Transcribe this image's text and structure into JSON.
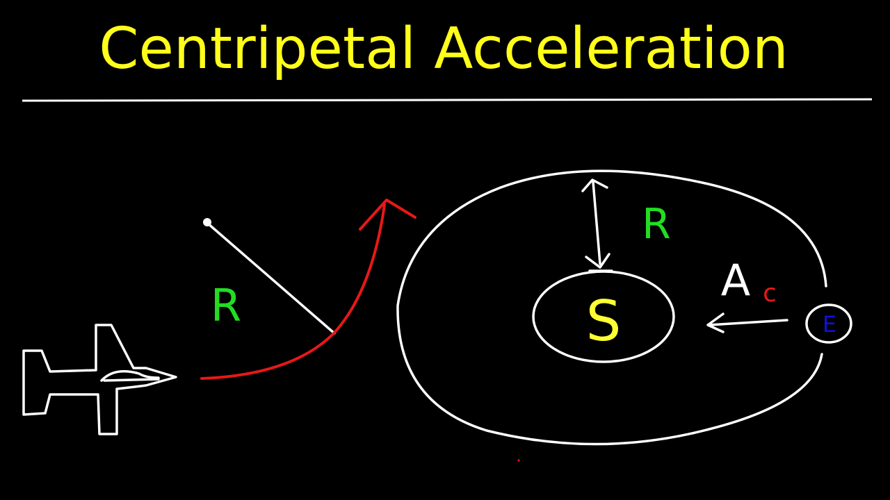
{
  "title": "Centripetal Acceleration",
  "labels": {
    "radius_plane": "R",
    "radius_orbit": "R",
    "accel_main": "A",
    "accel_sub": "c",
    "sun": "S",
    "earth": "E"
  },
  "colors": {
    "background": "#000000",
    "title": "#ffff1a",
    "chalk_white": "#ffffff",
    "path_red": "#e81818",
    "radius_green": "#22dd22",
    "sun_yellow": "#ffff33",
    "earth_blue": "#1010dd",
    "subscript_red": "#e81818"
  }
}
